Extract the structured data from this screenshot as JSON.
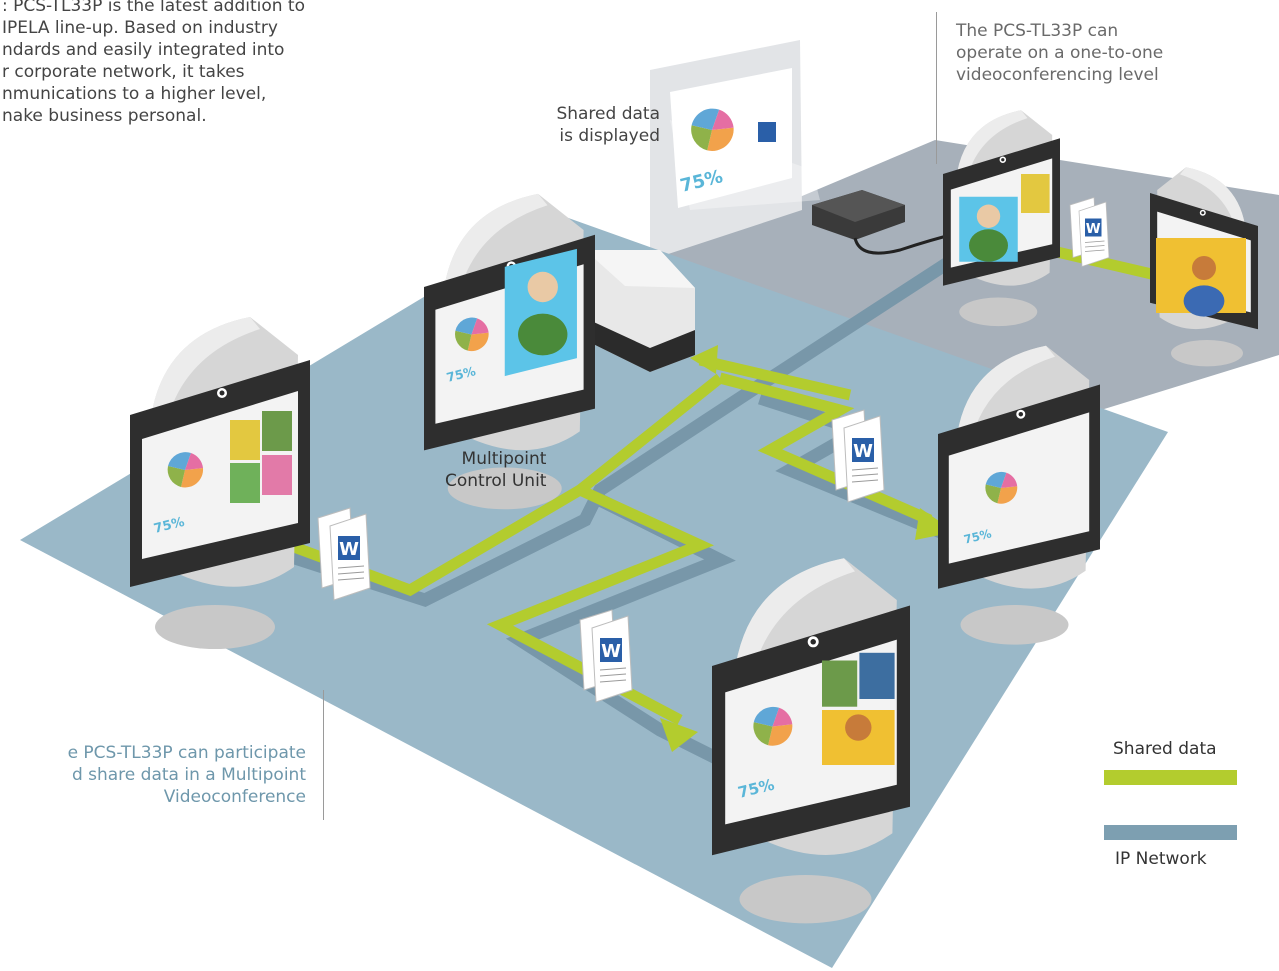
{
  "intro_text": ": PCS-TL33P is the latest addition to\nIPELA line-up. Based on industry\nndards and easily integrated into\nr corporate network, it takes\nnmunications to a higher level,\nnake business personal.",
  "one_to_one_text": "The PCS-TL33P can\noperate on a one-to-one\nvideoconferencing level",
  "shared_displayed_text": "Shared data\nis displayed",
  "mcu_text": "Multipoint\nControl Unit",
  "multipoint_text": "e PCS-TL33P can participate\nd share data in a Multipoint\nVideoconference",
  "legend": {
    "shared_label": "Shared data",
    "network_label": "IP Network",
    "shared_color": "#b3cc2e",
    "network_color": "#7d9fb1"
  },
  "screen_percent": "75%",
  "doc_letter": "W",
  "colors": {
    "floor": "#9ab8c8",
    "room_floor": "#a7b0ba",
    "data_arrow": "#b3cc2e",
    "network_line": "#7897a9",
    "bezel": "#2d2d2d",
    "shell": "#d4d4d4"
  }
}
